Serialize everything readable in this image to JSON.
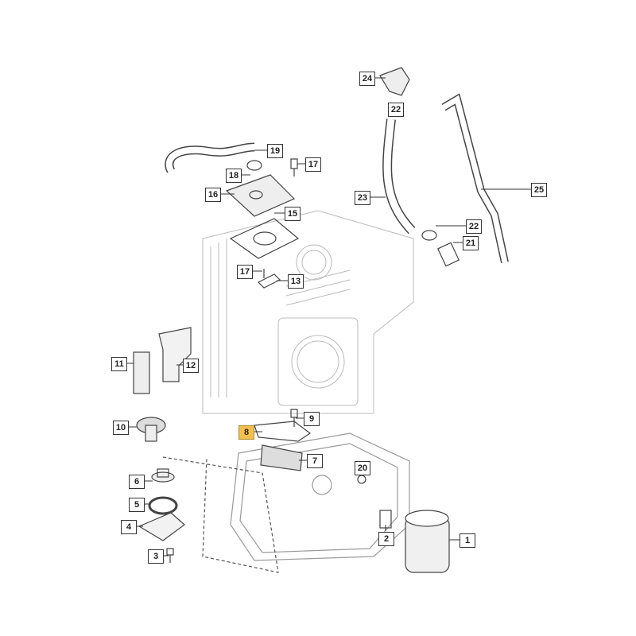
{
  "highlight_color": "#f3c04e",
  "callouts": [
    {
      "id": "24",
      "label": "24"
    },
    {
      "id": "22a",
      "label": "22"
    },
    {
      "id": "19",
      "label": "19"
    },
    {
      "id": "17a",
      "label": "17"
    },
    {
      "id": "18",
      "label": "18"
    },
    {
      "id": "16",
      "label": "16"
    },
    {
      "id": "15",
      "label": "15"
    },
    {
      "id": "23",
      "label": "23"
    },
    {
      "id": "22b",
      "label": "22"
    },
    {
      "id": "25",
      "label": "25"
    },
    {
      "id": "21",
      "label": "21"
    },
    {
      "id": "17b",
      "label": "17"
    },
    {
      "id": "13",
      "label": "13"
    },
    {
      "id": "11",
      "label": "11"
    },
    {
      "id": "12",
      "label": "12"
    },
    {
      "id": "10",
      "label": "10"
    },
    {
      "id": "9",
      "label": "9"
    },
    {
      "id": "8",
      "label": "8",
      "highlighted": true
    },
    {
      "id": "7",
      "label": "7"
    },
    {
      "id": "20",
      "label": "20"
    },
    {
      "id": "6",
      "label": "6"
    },
    {
      "id": "5",
      "label": "5"
    },
    {
      "id": "4",
      "label": "4"
    },
    {
      "id": "2",
      "label": "2"
    },
    {
      "id": "1",
      "label": "1"
    },
    {
      "id": "3",
      "label": "3"
    }
  ]
}
